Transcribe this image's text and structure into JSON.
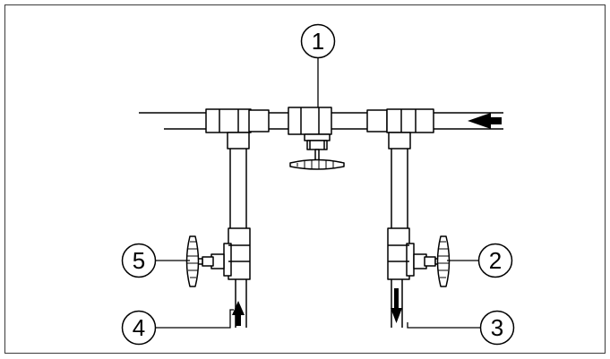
{
  "diagram": {
    "callouts": {
      "c1": "1",
      "c2": "2",
      "c3": "3",
      "c4": "4",
      "c5": "5"
    },
    "colors": {
      "line": "#000000",
      "background": "#ffffff",
      "frame": "#3a3a3a"
    }
  }
}
